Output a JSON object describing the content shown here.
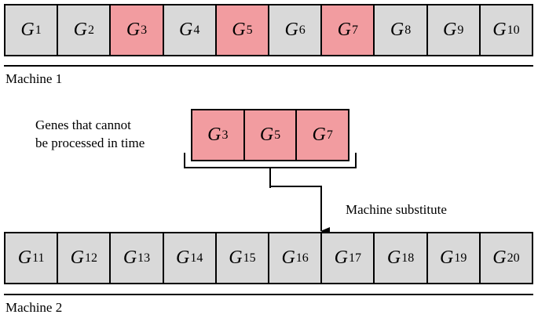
{
  "machine1": {
    "label": "Machine 1",
    "genes": [
      {
        "name": "G",
        "index": "1",
        "state": "normal"
      },
      {
        "name": "G",
        "index": "2",
        "state": "normal"
      },
      {
        "name": "G",
        "index": "3",
        "state": "delayed"
      },
      {
        "name": "G",
        "index": "4",
        "state": "normal"
      },
      {
        "name": "G",
        "index": "5",
        "state": "delayed"
      },
      {
        "name": "G",
        "index": "6",
        "state": "normal"
      },
      {
        "name": "G",
        "index": "7",
        "state": "delayed"
      },
      {
        "name": "G",
        "index": "8",
        "state": "normal"
      },
      {
        "name": "G",
        "index": "9",
        "state": "normal"
      },
      {
        "name": "G",
        "index": "10",
        "state": "normal"
      }
    ]
  },
  "delayed_group": {
    "caption_line1": "Genes that cannot",
    "caption_line2": "be processed in time",
    "genes": [
      {
        "name": "G",
        "index": "3"
      },
      {
        "name": "G",
        "index": "5"
      },
      {
        "name": "G",
        "index": "7"
      }
    ]
  },
  "arrow_label": "Machine substitute",
  "machine2": {
    "label": "Machine 2",
    "genes": [
      {
        "name": "G",
        "index": "11"
      },
      {
        "name": "G",
        "index": "12"
      },
      {
        "name": "G",
        "index": "13"
      },
      {
        "name": "G",
        "index": "14"
      },
      {
        "name": "G",
        "index": "15"
      },
      {
        "name": "G",
        "index": "16"
      },
      {
        "name": "G",
        "index": "17"
      },
      {
        "name": "G",
        "index": "18"
      },
      {
        "name": "G",
        "index": "19"
      },
      {
        "name": "G",
        "index": "20"
      }
    ]
  },
  "colors": {
    "normal_cell": "#d9d9d9",
    "delayed_cell": "#f29ca0",
    "line": "#000000"
  }
}
